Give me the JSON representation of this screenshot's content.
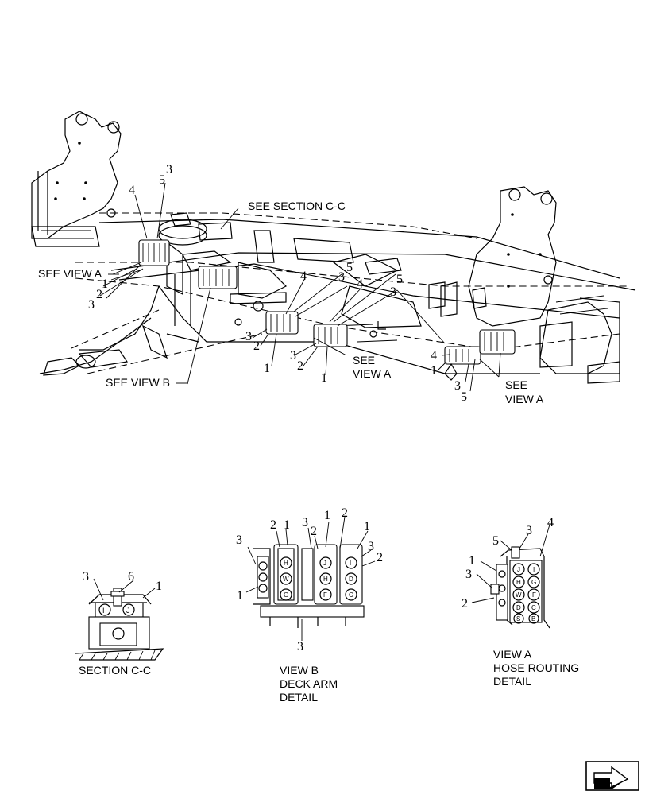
{
  "main_view": {
    "see_section_cc": "SEE SECTION C-C",
    "see_view_a_left": "SEE VIEW A",
    "see_view_b": "SEE VIEW B",
    "see_view_a_mid": [
      "SEE",
      "VIEW A"
    ],
    "see_view_a_right": [
      "SEE",
      "VIEW A"
    ],
    "callouts": {
      "upper_left_4": "4",
      "upper_left_5": "5",
      "upper_left_3": "3",
      "left_1": "1",
      "left_2": "2",
      "left_3": "3",
      "mid_4a": "4",
      "mid_3a": "3",
      "mid_5a": "5",
      "mid_4b": "4",
      "mid_5b": "5",
      "mid_3b": "3",
      "mid_3c": "3",
      "mid_2c": "2",
      "mid_1c": "1",
      "mid_3d": "3",
      "mid_2d": "2",
      "mid_1d": "1",
      "right_4": "4",
      "right_1": "1",
      "right_3": "3",
      "right_5": "5"
    }
  },
  "section_cc": {
    "title": "SECTION C-C",
    "callouts": {
      "a": "3",
      "b": "6",
      "c": "1"
    },
    "clip_letters": [
      "I",
      "J"
    ]
  },
  "view_b": {
    "title_lines": [
      "VIEW B",
      "DECK ARM",
      "DETAIL"
    ],
    "callouts": {
      "a": "3",
      "b": "2",
      "c": "1",
      "d": "3",
      "e": "2",
      "f": "1",
      "g": "2",
      "h": "1",
      "i": "3",
      "j": "2",
      "k": "1",
      "l": "3"
    },
    "clip_letters": [
      [
        "H",
        "W",
        "G"
      ],
      [
        "J",
        "H",
        "F"
      ],
      [
        "I",
        "D",
        "C"
      ]
    ]
  },
  "view_a": {
    "title_lines": [
      "VIEW A",
      "HOSE ROUTING",
      "DETAIL"
    ],
    "callouts": {
      "a": "5",
      "b": "3",
      "c": "4",
      "d": "1",
      "e": "3",
      "f": "2"
    },
    "clip_letters": [
      [
        "J",
        "I"
      ],
      [
        "H",
        "G"
      ],
      [
        "W",
        "F"
      ],
      [
        "D",
        "C"
      ],
      [
        "S",
        "B"
      ]
    ]
  },
  "nav": {
    "icon": "next-page-arrow-icon"
  }
}
